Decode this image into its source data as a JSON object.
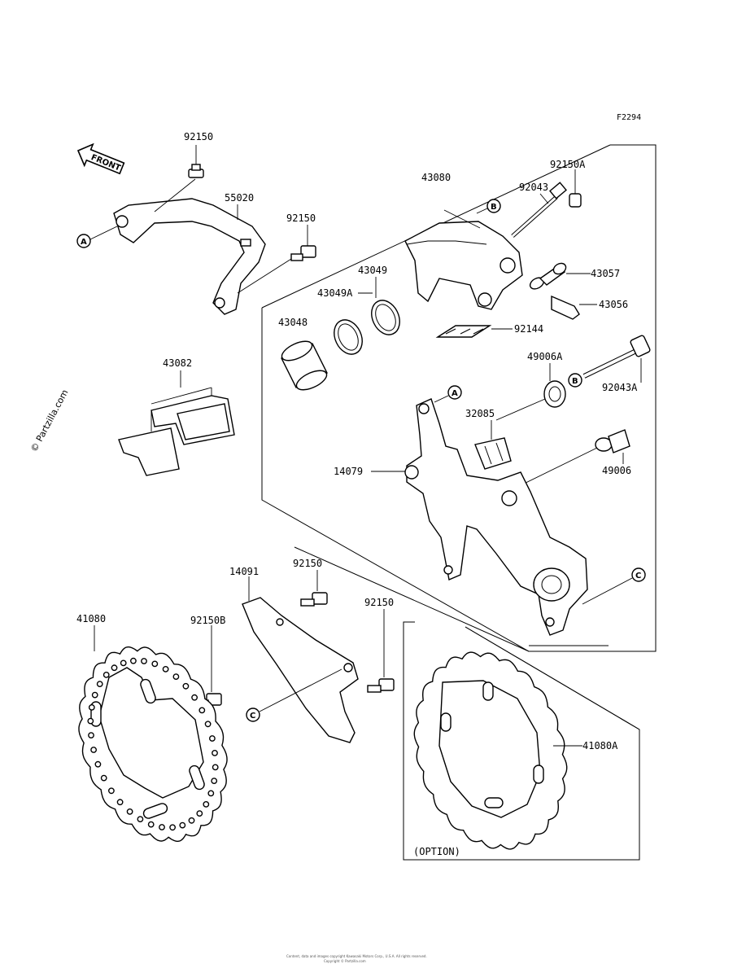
{
  "figure_code": "F2294",
  "front_label": "FRONT",
  "watermark": "© Partzilla.com",
  "option_label": "(OPTION)",
  "footer": {
    "line1": "Content, data and images copyright Kawasaki Motors Corp., U.S.A. All rights reserved.",
    "line2": "Copyright © Partzilla.com"
  },
  "parts": {
    "p92150_top": "92150",
    "p55020": "55020",
    "p92150_mid": "92150",
    "p43080": "43080",
    "p92043": "92043",
    "p92150A": "92150A",
    "p43049": "43049",
    "p43049A": "43049A",
    "p43057": "43057",
    "p43056": "43056",
    "p43048": "43048",
    "p92144": "92144",
    "p43082": "43082",
    "p49006A": "49006A",
    "p92043A": "92043A",
    "p32085": "32085",
    "p14079": "14079",
    "p49006": "49006",
    "p14091": "14091",
    "p92150_low": "92150",
    "p92150_right": "92150",
    "p41080": "41080",
    "p92150B": "92150B",
    "p41080A": "41080A"
  },
  "callouts": {
    "a1": "A",
    "a2": "A",
    "b1": "B",
    "b2": "B",
    "c1": "C",
    "c2": "C"
  }
}
